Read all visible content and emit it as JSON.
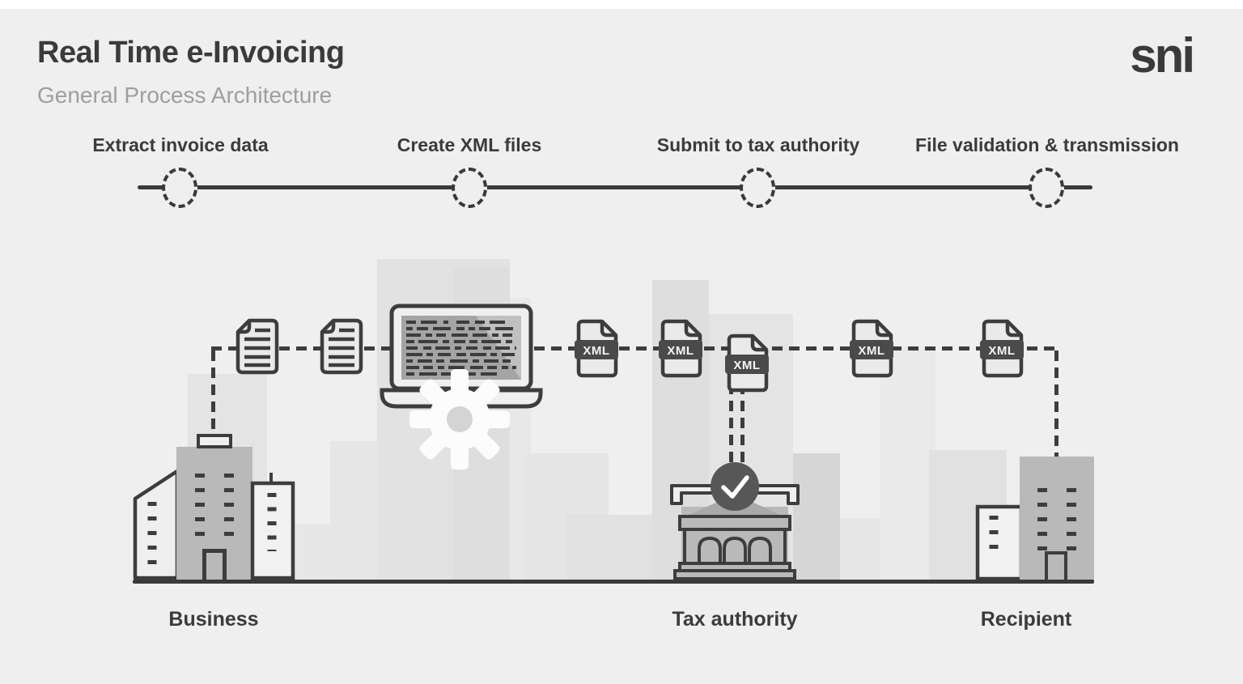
{
  "header": {
    "title": "Real Time e-Invoicing",
    "subtitle": "General Process Architecture",
    "logo_text": "sni"
  },
  "timeline": {
    "steps": [
      {
        "label": "Extract invoice data"
      },
      {
        "label": "Create XML files"
      },
      {
        "label": "Submit to tax authority"
      },
      {
        "label": "File validation & transmission"
      }
    ]
  },
  "scene": {
    "entities": [
      {
        "label": "Business"
      },
      {
        "label": "Tax authority"
      },
      {
        "label": "Recipient"
      }
    ],
    "xml_badge": "XML"
  },
  "colors": {
    "background": "#efefef",
    "top_strip": "#ffffff",
    "ink": "#3b3b3b",
    "subtitle_gray": "#9e9e9e",
    "building_fill": "#b9b9b9",
    "outline_building_fill": "#f0f0f0",
    "xml_band": "#4a4a4a",
    "doc_fill": "#eaeaea",
    "check_circle": "#575757",
    "gear_white": "#fcfcfc",
    "skyline_light": "#e4e4e4"
  }
}
